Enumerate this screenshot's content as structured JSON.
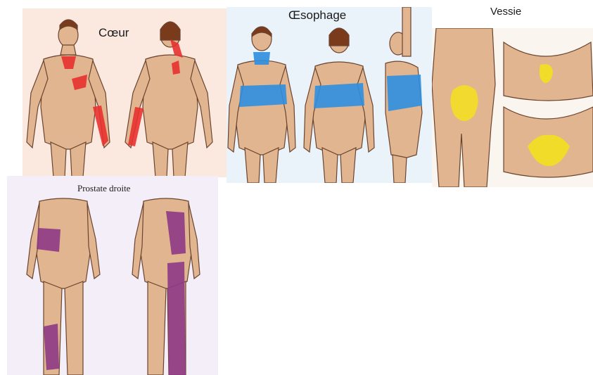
{
  "figure": {
    "panels": [
      {
        "id": "coeur",
        "label": "Cœur",
        "zone_color": "#e8312f"
      },
      {
        "id": "oesophage",
        "label": "Œsophage",
        "zone_color": "#2f8fe0"
      },
      {
        "id": "vessie",
        "label": "Vessie",
        "zone_color": "#f2dc2a"
      },
      {
        "id": "prostate",
        "label": "Prostate droite",
        "zone_color": "#8e3a86"
      }
    ],
    "colors": {
      "skin": "#e0b58f",
      "skin_shadow": "#c79572",
      "outline": "#6b4430",
      "hair": "#7a3a1c"
    }
  }
}
